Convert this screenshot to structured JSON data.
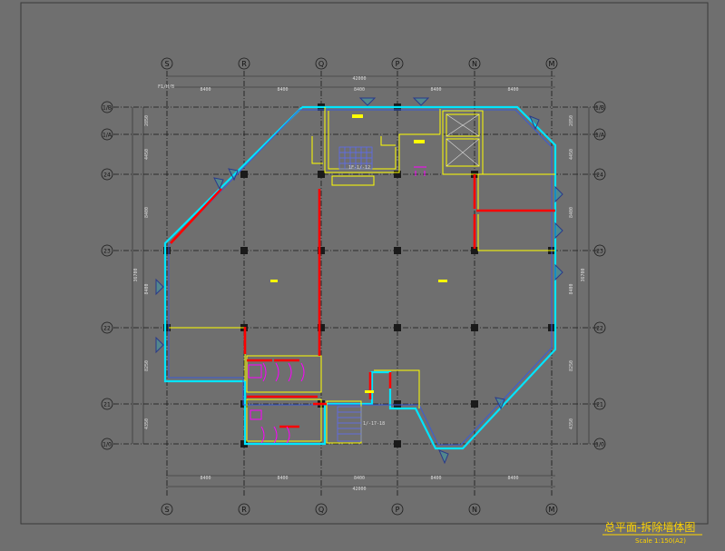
{
  "title": "总平面-拆除墙体图",
  "scale": "Scale  1:150(A2)",
  "grid_cols": [
    "S",
    "R",
    "Q",
    "P",
    "N",
    "M"
  ],
  "grid_rows": [
    "1/B",
    "1/A",
    "24",
    "23",
    "22",
    "21",
    "1/0"
  ],
  "top_spacing": [
    "8400",
    "8400",
    "8400",
    "8400",
    "8400"
  ],
  "top_total": "42000",
  "bottom_spacing": [
    "8400",
    "8400",
    "8400",
    "8400",
    "8400"
  ],
  "bottom_total": "42000",
  "left_spacing": [
    "2850",
    "4450",
    "8400",
    "8400",
    "8250",
    "4350"
  ],
  "left_total": "36700",
  "right_spacing": [
    "2850",
    "4450",
    "8400",
    "8400",
    "8250",
    "4350"
  ],
  "right_total": "36700",
  "corner_mark": "F1/H/B",
  "stair_labels": [
    "1F-1/-12",
    "1/-17-18"
  ],
  "colors": {
    "background": "#6f6f6f",
    "grid": "#1a1a1a",
    "exterior": "#00e5ff",
    "new_wall": "#ffff00",
    "demolish": "#ff0000",
    "fixtures": "#ff00ff"
  }
}
